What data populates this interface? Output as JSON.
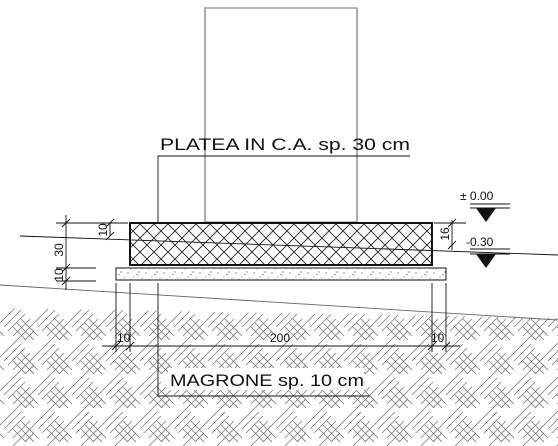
{
  "labels": {
    "slab_title": "PLATEA IN C.A. sp. 30 cm",
    "lean_title": "MAGRONE sp. 10 cm"
  },
  "levels": {
    "top": "± 0.00",
    "bottom": "-0.30"
  },
  "dimensions": {
    "height_total": "30",
    "height_top": "10",
    "height_lean": "10",
    "height_right": "16",
    "width_main": "200",
    "width_left": "10",
    "width_right": "10"
  },
  "colors": {
    "line": "#111111",
    "column": "#9a9a9a",
    "hatch": "#333333",
    "ground": "#8a8a8a"
  }
}
